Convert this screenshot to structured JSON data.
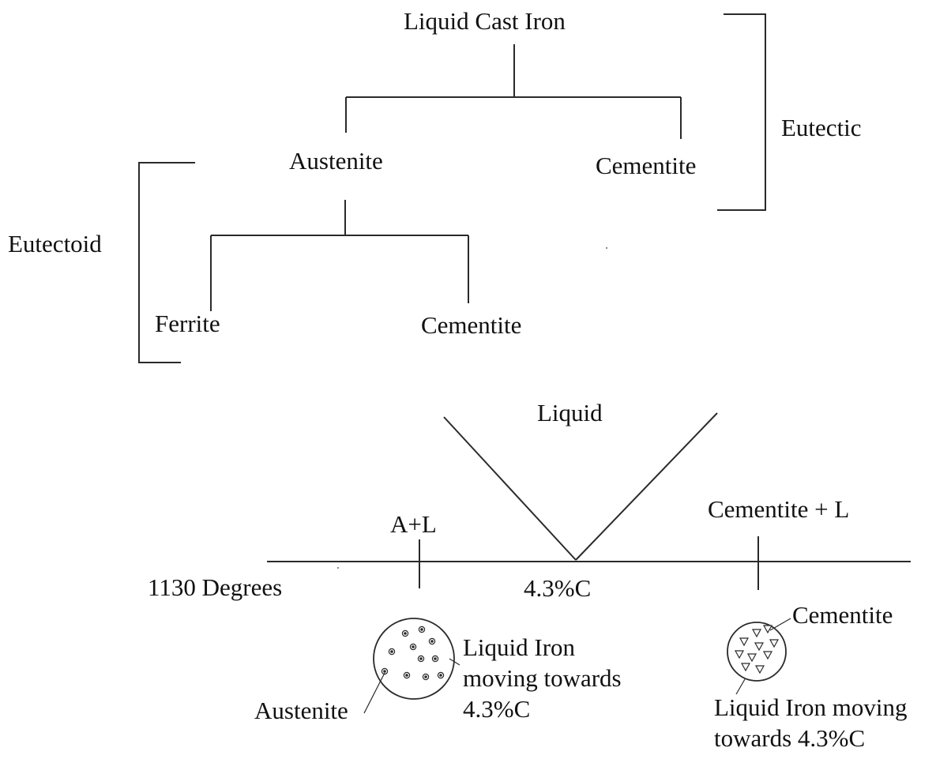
{
  "tree": {
    "root": "Liquid Cast Iron",
    "level1_left": "Austenite",
    "level1_right": "Cementite",
    "level2_left": "Ferrite",
    "level2_right": "Cementite",
    "bracket_right_label": "Eutectic",
    "bracket_left_label": "Eutectoid"
  },
  "phase_diagram": {
    "top_region": "Liquid",
    "left_region": "A+L",
    "right_region": "Cementite + L",
    "temperature": "1130 Degrees",
    "composition": "4.3%C"
  },
  "micro_left": {
    "line1": "Liquid Iron",
    "line2": "moving towards",
    "line3": "4.3%C",
    "particle_label": "Austenite"
  },
  "micro_right": {
    "particle_label": "Cementite",
    "line1": "Liquid Iron moving",
    "line2": "towards 4.3%C"
  },
  "colors": {
    "line": "#2a2a2a",
    "text": "#111111"
  }
}
